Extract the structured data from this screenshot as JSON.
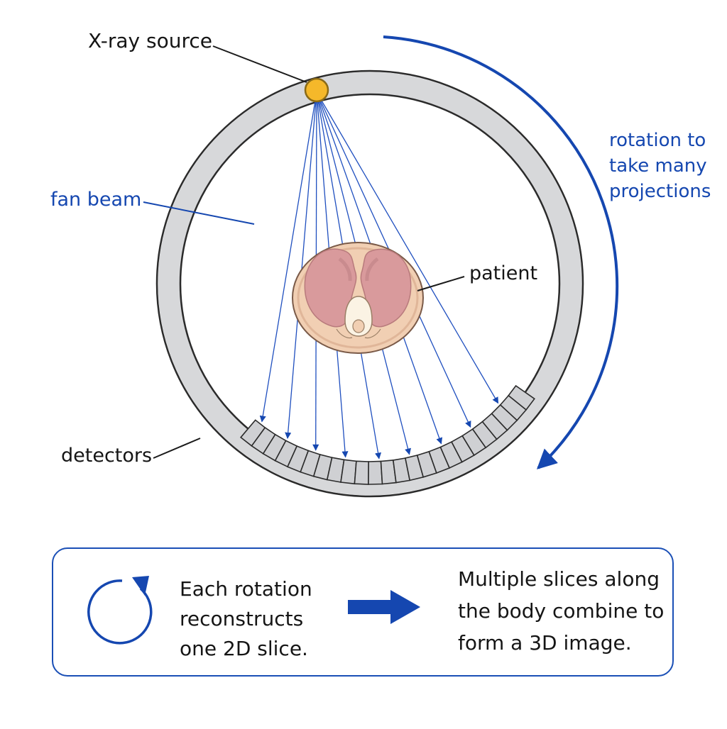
{
  "labels": {
    "xray_source": "X-ray source",
    "fan_beam": "fan beam",
    "rotation_lines": [
      "rotation to",
      "take many",
      "projections"
    ],
    "patient": "patient",
    "detectors": "detectors"
  },
  "info_box": {
    "left_lines": [
      "Each rotation",
      "reconstructs",
      "one 2D slice."
    ],
    "right_lines": [
      "Multiple slices along",
      "the body combine to",
      "form a 3D image."
    ]
  },
  "colors": {
    "accent_blue": "#1547b0",
    "ring_fill": "#d7d8da",
    "source_fill": "#f5b82a",
    "patient_skin": "#f1cfb3",
    "organ": "#d99a9c"
  }
}
